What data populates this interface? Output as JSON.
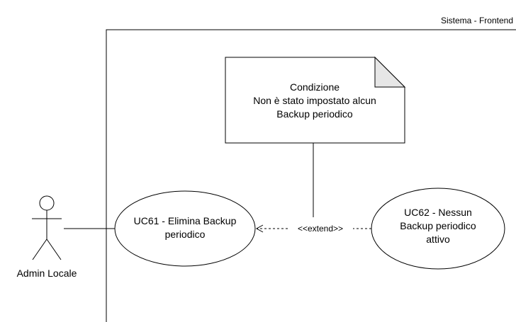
{
  "system": {
    "title": "Sistema - Frontend"
  },
  "actor": {
    "label": "Admin Locale"
  },
  "note": {
    "lines": [
      "Condizione",
      "Non è stato impostato alcun",
      "Backup periodico"
    ]
  },
  "use_cases": [
    {
      "id": "UC61",
      "lines": [
        "UC61 - Elimina Backup",
        "periodico"
      ]
    },
    {
      "id": "UC62",
      "lines": [
        "UC62 - Nessun",
        "Backup periodico",
        "attivo"
      ]
    }
  ],
  "relationship": {
    "label": "<<extend>>"
  },
  "colors": {
    "stroke": "#000000",
    "fill": "#ffffff",
    "note_fold": "#e6e6e6"
  }
}
